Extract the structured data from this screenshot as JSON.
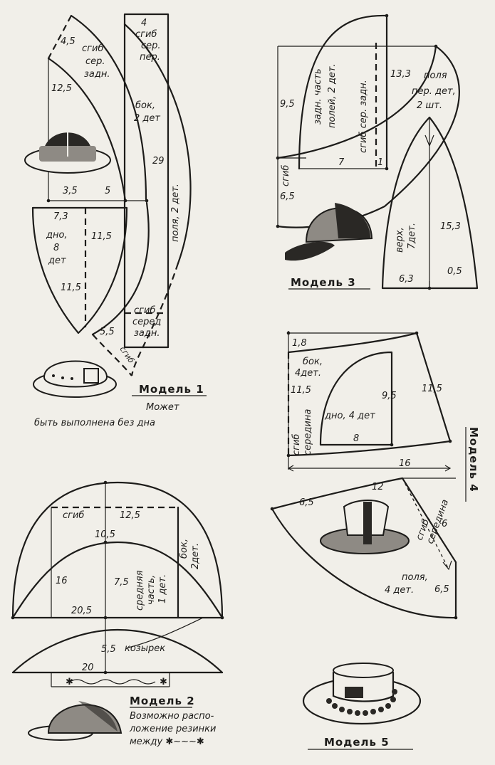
{
  "model1": {
    "caption": "Модель 1",
    "note_line1": "Может",
    "note_line2": "быть выполнена без дна",
    "dims": {
      "d45": "4,5",
      "d125": "12,5",
      "d35": "3,5",
      "d5": "5",
      "d73": "7,3",
      "d115a": "11,5",
      "d115b": "11,5",
      "d55": "5,5",
      "d4": "4",
      "d29": "29"
    },
    "fold_back_l1": "сгиб",
    "fold_back_l2": "сер.",
    "fold_back_l3": "задн.",
    "fold_front_l1": "сгиб",
    "fold_front_l2": "сер.",
    "fold_front_l3": "пер.",
    "side_l1": "бок,",
    "side_l2": "2 дет",
    "bottom_l1": "дно,",
    "bottom_l2": "8",
    "bottom_l3": "дет",
    "brim": "поля, 2 дет.",
    "fold_mid_l1": "сгиб",
    "fold_mid_l2": "серед",
    "fold_mid_l3": "задн.",
    "fold_small": "сгиб"
  },
  "model2": {
    "caption": "Модель 2",
    "note_line1": "Возможно распо-",
    "note_line2": "ложение резинки",
    "note_line3": "между ✱~~~✱",
    "dims": {
      "d125": "12,5",
      "d105": "10,5",
      "d16": "16",
      "d75": "7,5",
      "d205": "20,5",
      "d55": "5,5",
      "d20": "20"
    },
    "fold": "сгиб",
    "side_l1": "бок,",
    "side_l2": "2дет.",
    "middle_l1": "средняя",
    "middle_l2": "часть,",
    "middle_l3": "1 дет.",
    "visor": "козырек"
  },
  "model3": {
    "caption": "Модель 3",
    "dims": {
      "d95": "9,5",
      "d133": "13,3",
      "d7": "7",
      "d1": "1",
      "d65": "6,5",
      "d153": "15,3",
      "d63": "6,3",
      "d05": "0,5"
    },
    "back_l1": "задн. часть",
    "back_l2": "полей, 2 дет.",
    "back_l3": "сгиб сер. задн.",
    "front_l1": "поля",
    "front_l2": "пер. дет,",
    "front_l3": "2 шт.",
    "fold": "сгиб",
    "top_l1": "верх,",
    "top_l2": "7дет."
  },
  "model4": {
    "caption": "Модель 4",
    "dims": {
      "d18": "1,8",
      "d115a": "11,5",
      "d115b": "11,5",
      "d95": "9,5",
      "d8": "8",
      "d16": "16",
      "d12": "12",
      "d65a": "6,5",
      "d6": "6",
      "d65b": "6,5"
    },
    "side_l1": "бок,",
    "side_l2": "4дет.",
    "bottom": "дно, 4 дет",
    "fold_l1": "сгиб",
    "fold_l2": "середина",
    "fold2_l1": "сгиб,",
    "fold2_l2": "середина",
    "brim_l1": "поля,",
    "brim_l2": "4 дет."
  },
  "model5": {
    "caption": "Модель 5"
  }
}
